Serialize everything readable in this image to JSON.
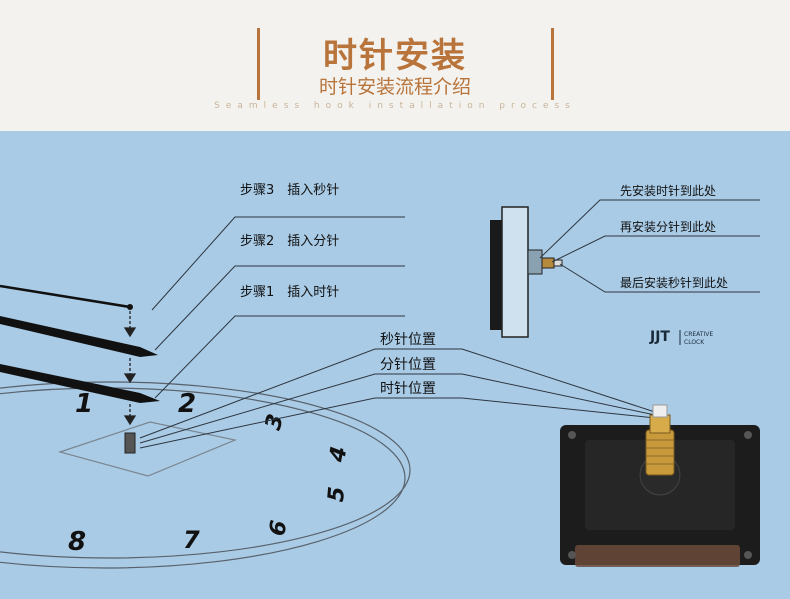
{
  "header": {
    "title": "时针安装",
    "subtitle": "时针安装流程介绍",
    "english": "Seamless hook installation process"
  },
  "steps": [
    {
      "label": "步骤3　插入秒针"
    },
    {
      "label": "步骤2　插入分针"
    },
    {
      "label": "步骤1　插入时针"
    }
  ],
  "positions": [
    {
      "label": "秒针位置"
    },
    {
      "label": "分针位置"
    },
    {
      "label": "时针位置"
    }
  ],
  "side_callouts": [
    {
      "label": "先安装时针到此处"
    },
    {
      "label": "再安装分针到此处"
    },
    {
      "label": "最后安装秒针到此处"
    }
  ],
  "brand": {
    "logo": "JJT",
    "line1": "CREATIVE",
    "line2": "CLOCK"
  },
  "dial_numerals": [
    "1",
    "2",
    "3",
    "4",
    "5",
    "6",
    "7",
    "8"
  ]
}
